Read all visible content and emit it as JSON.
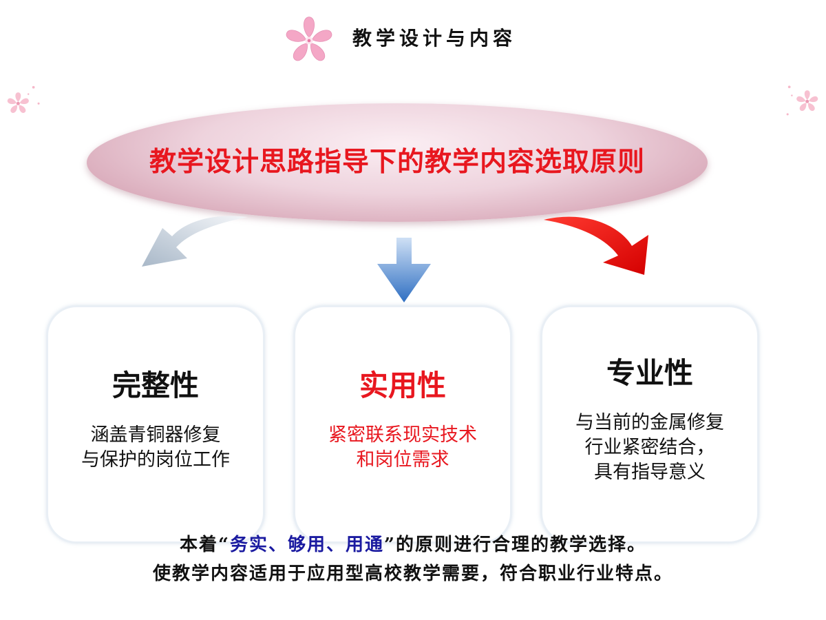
{
  "header": {
    "title": "教学设计与内容",
    "logo_icon": "cherry-blossom-icon"
  },
  "banner": {
    "text": "教学设计思路指导下的教学内容选取原则"
  },
  "cards": [
    {
      "title": "完整性",
      "lines": [
        "涵盖青铜器修复",
        "与保护的岗位工作"
      ]
    },
    {
      "title": "实用性",
      "lines": [
        "紧密联系现实技术",
        "和岗位需求"
      ]
    },
    {
      "title": "专业性",
      "lines": [
        "与当前的金属修复",
        "行业紧密结合，",
        "具有指导意义"
      ]
    }
  ],
  "footer": {
    "line1_prefix": "本着“",
    "line1_highlight": "务实、够用、用通",
    "line1_suffix": "”的原则进行合理的教学选择。",
    "line2": "使教学内容适用于应用型高校教学需要，符合职业行业特点。"
  },
  "colors": {
    "accent_red": "#e8171f",
    "highlight_blue": "#1a1aa0",
    "flower_pink": "#f2a6c4"
  },
  "icons": [
    "cherry-blossom-icon",
    "curved-arrow-left-icon",
    "arrow-down-icon",
    "curved-arrow-right-icon"
  ]
}
